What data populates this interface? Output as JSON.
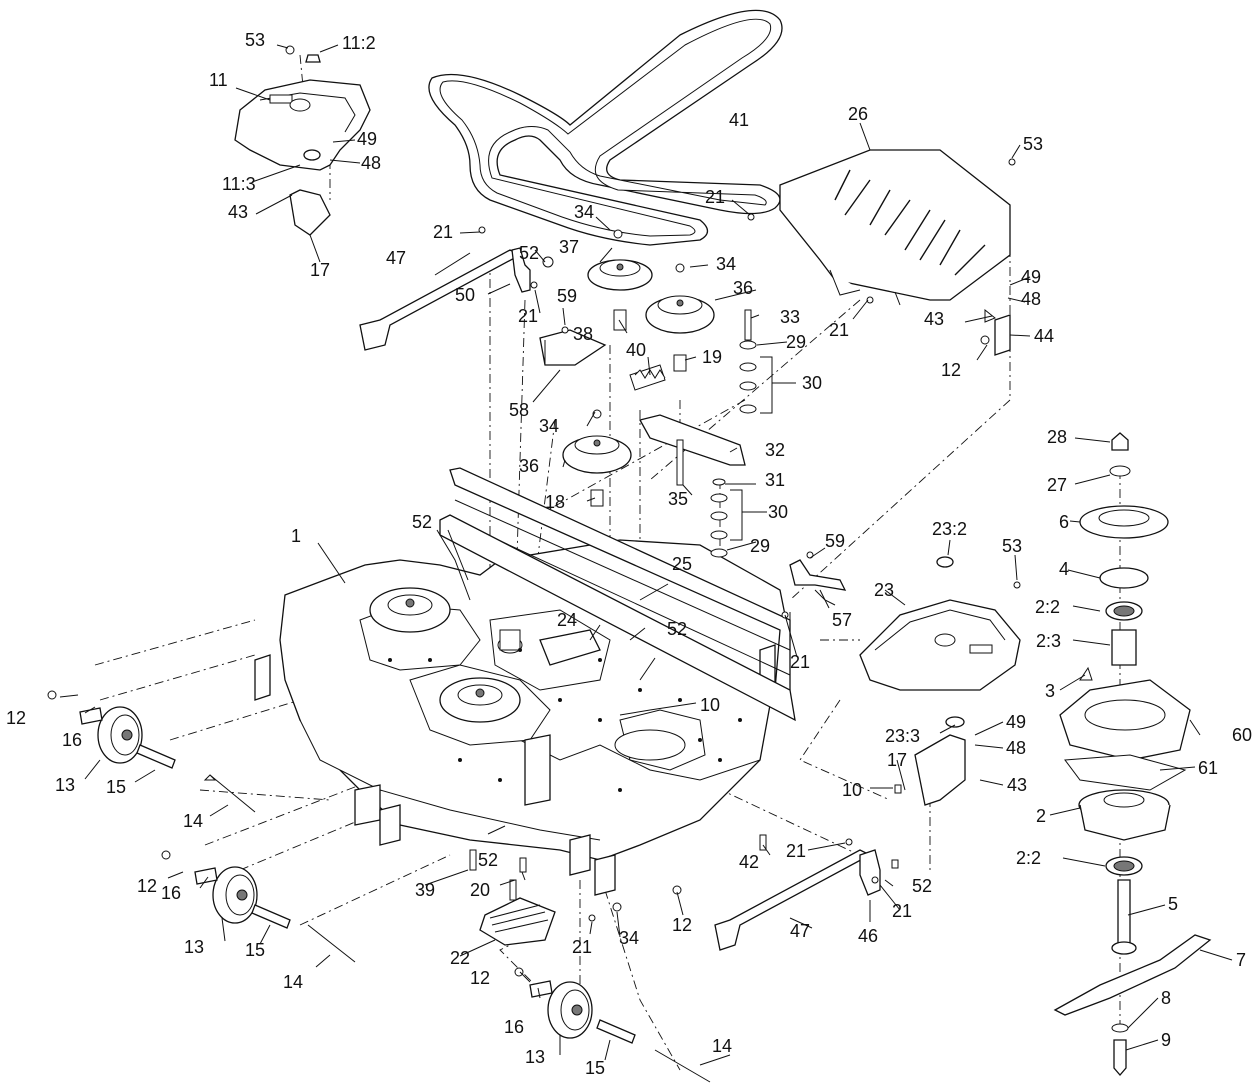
{
  "callouts": [
    {
      "id": "c1",
      "text": "1"
    },
    {
      "id": "c2",
      "text": "2"
    },
    {
      "id": "c22a",
      "text": "2:2"
    },
    {
      "id": "c22b",
      "text": "2:2"
    },
    {
      "id": "c23",
      "text": "2:3"
    },
    {
      "id": "c3",
      "text": "3"
    },
    {
      "id": "c4",
      "text": "4"
    },
    {
      "id": "c5",
      "text": "5"
    },
    {
      "id": "c6",
      "text": "6"
    },
    {
      "id": "c7",
      "text": "7"
    },
    {
      "id": "c8",
      "text": "8"
    },
    {
      "id": "c9",
      "text": "9"
    },
    {
      "id": "c10a",
      "text": "10"
    },
    {
      "id": "c10b",
      "text": "10"
    },
    {
      "id": "c11",
      "text": "11"
    },
    {
      "id": "c112",
      "text": "11:2"
    },
    {
      "id": "c113",
      "text": "11:3"
    },
    {
      "id": "c12a",
      "text": "12"
    },
    {
      "id": "c12b",
      "text": "12"
    },
    {
      "id": "c12c",
      "text": "12"
    },
    {
      "id": "c12d",
      "text": "12"
    },
    {
      "id": "c12e",
      "text": "12"
    },
    {
      "id": "c13a",
      "text": "13"
    },
    {
      "id": "c13b",
      "text": "13"
    },
    {
      "id": "c13c",
      "text": "13"
    },
    {
      "id": "c14a",
      "text": "14"
    },
    {
      "id": "c14b",
      "text": "14"
    },
    {
      "id": "c14c",
      "text": "14"
    },
    {
      "id": "c15a",
      "text": "15"
    },
    {
      "id": "c15b",
      "text": "15"
    },
    {
      "id": "c15c",
      "text": "15"
    },
    {
      "id": "c16a",
      "text": "16"
    },
    {
      "id": "c16b",
      "text": "16"
    },
    {
      "id": "c16c",
      "text": "16"
    },
    {
      "id": "c17a",
      "text": "17"
    },
    {
      "id": "c17b",
      "text": "17"
    },
    {
      "id": "c18",
      "text": "18"
    },
    {
      "id": "c19",
      "text": "19"
    },
    {
      "id": "c20",
      "text": "20"
    },
    {
      "id": "c21a",
      "text": "21"
    },
    {
      "id": "c21b",
      "text": "21"
    },
    {
      "id": "c21c",
      "text": "21"
    },
    {
      "id": "c21d",
      "text": "21"
    },
    {
      "id": "c21e",
      "text": "21"
    },
    {
      "id": "c21f",
      "text": "21"
    },
    {
      "id": "c21g",
      "text": "21"
    },
    {
      "id": "c21h",
      "text": "21"
    },
    {
      "id": "c22",
      "text": "22"
    },
    {
      "id": "c23p",
      "text": "23"
    },
    {
      "id": "c232",
      "text": "23:2"
    },
    {
      "id": "c233",
      "text": "23:3"
    },
    {
      "id": "c24",
      "text": "24"
    },
    {
      "id": "c25",
      "text": "25"
    },
    {
      "id": "c26",
      "text": "26"
    },
    {
      "id": "c27",
      "text": "27"
    },
    {
      "id": "c28",
      "text": "28"
    },
    {
      "id": "c29a",
      "text": "29"
    },
    {
      "id": "c29b",
      "text": "29"
    },
    {
      "id": "c30a",
      "text": "30"
    },
    {
      "id": "c30b",
      "text": "30"
    },
    {
      "id": "c31",
      "text": "31"
    },
    {
      "id": "c32",
      "text": "32"
    },
    {
      "id": "c33",
      "text": "33"
    },
    {
      "id": "c34a",
      "text": "34"
    },
    {
      "id": "c34b",
      "text": "34"
    },
    {
      "id": "c34c",
      "text": "34"
    },
    {
      "id": "c34d",
      "text": "34"
    },
    {
      "id": "c35",
      "text": "35"
    },
    {
      "id": "c36a",
      "text": "36"
    },
    {
      "id": "c36b",
      "text": "36"
    },
    {
      "id": "c37",
      "text": "37"
    },
    {
      "id": "c38",
      "text": "38"
    },
    {
      "id": "c39",
      "text": "39"
    },
    {
      "id": "c40",
      "text": "40"
    },
    {
      "id": "c41",
      "text": "41"
    },
    {
      "id": "c42",
      "text": "42"
    },
    {
      "id": "c43a",
      "text": "43"
    },
    {
      "id": "c43b",
      "text": "43"
    },
    {
      "id": "c43c",
      "text": "43"
    },
    {
      "id": "c44",
      "text": "44"
    },
    {
      "id": "c46",
      "text": "46"
    },
    {
      "id": "c47a",
      "text": "47"
    },
    {
      "id": "c47b",
      "text": "47"
    },
    {
      "id": "c48a",
      "text": "48"
    },
    {
      "id": "c48b",
      "text": "48"
    },
    {
      "id": "c48c",
      "text": "48"
    },
    {
      "id": "c49a",
      "text": "49"
    },
    {
      "id": "c49b",
      "text": "49"
    },
    {
      "id": "c49c",
      "text": "49"
    },
    {
      "id": "c50",
      "text": "50"
    },
    {
      "id": "c52a",
      "text": "52"
    },
    {
      "id": "c52b",
      "text": "52"
    },
    {
      "id": "c52c",
      "text": "52"
    },
    {
      "id": "c52d",
      "text": "52"
    },
    {
      "id": "c52e",
      "text": "52"
    },
    {
      "id": "c53a",
      "text": "53"
    },
    {
      "id": "c53b",
      "text": "53"
    },
    {
      "id": "c53c",
      "text": "53"
    },
    {
      "id": "c57",
      "text": "57"
    },
    {
      "id": "c58",
      "text": "58"
    },
    {
      "id": "c59a",
      "text": "59"
    },
    {
      "id": "c59b",
      "text": "59"
    },
    {
      "id": "c60",
      "text": "60"
    },
    {
      "id": "c61",
      "text": "61"
    }
  ]
}
